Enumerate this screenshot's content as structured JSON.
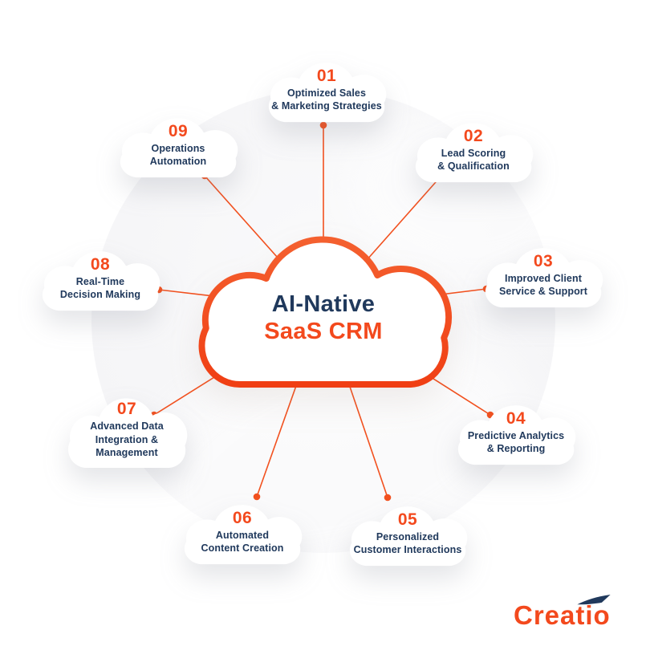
{
  "center_cloud": {
    "line1": "AI-Native",
    "line2": "SaaS CRM"
  },
  "items": [
    {
      "number": "01",
      "lines": [
        "Optimized Sales",
        "& Marketing Strategies"
      ]
    },
    {
      "number": "02",
      "lines": [
        "Lead Scoring",
        "& Qualification"
      ]
    },
    {
      "number": "03",
      "lines": [
        "Improved Client",
        "Service & Support"
      ]
    },
    {
      "number": "04",
      "lines": [
        "Predictive Analytics",
        "& Reporting"
      ]
    },
    {
      "number": "05",
      "lines": [
        "Personalized",
        "Customer Interactions"
      ]
    },
    {
      "number": "06",
      "lines": [
        "Automated",
        "Content Creation"
      ]
    },
    {
      "number": "07",
      "lines": [
        "Advanced Data",
        "Integration &",
        "Management"
      ]
    },
    {
      "number": "08",
      "lines": [
        "Real-Time",
        "Decision Making"
      ]
    },
    {
      "number": "09",
      "lines": [
        "Operations",
        "Automation"
      ]
    }
  ],
  "logo": {
    "text": "Creatio"
  },
  "colors": {
    "accent_orange": "#F3491D",
    "navy_text": "#20395C",
    "circle_background": "#F5F5F7",
    "cloud_fill": "#FFFFFF"
  }
}
